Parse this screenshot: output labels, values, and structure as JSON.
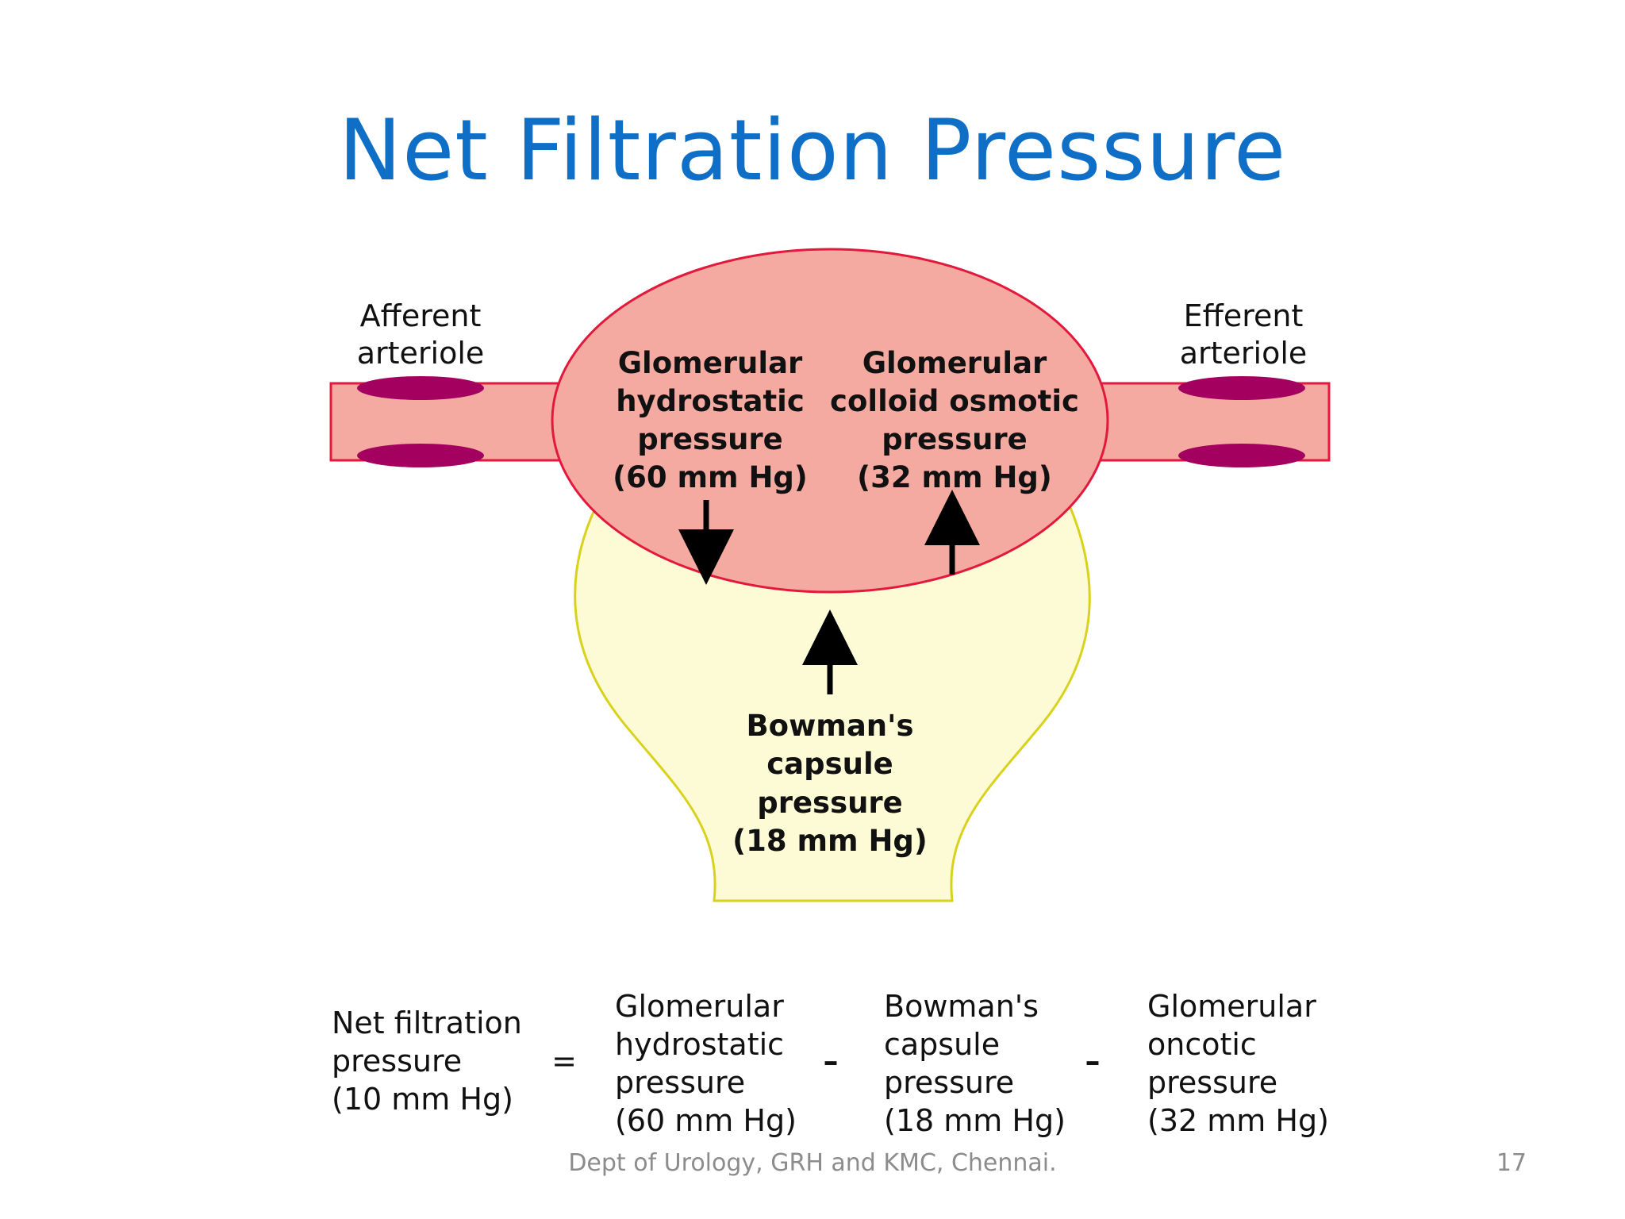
{
  "slide": {
    "title": "Net Filtration Pressure",
    "footer": "Dept of Urology, GRH and KMC, Chennai.",
    "page_number": "17"
  },
  "diagram": {
    "afferent": [
      "Afferent",
      "arteriole"
    ],
    "efferent": [
      "Efferent",
      "arteriole"
    ],
    "glomerular_hydrostatic": [
      "Glomerular",
      "hydrostatic",
      "pressure",
      "(60 mm Hg)"
    ],
    "glomerular_colloid": [
      "Glomerular",
      "colloid osmotic",
      "pressure",
      "(32 mm Hg)"
    ],
    "bowmans": [
      "Bowman's",
      "capsule",
      "pressure",
      "(18 mm Hg)"
    ]
  },
  "equation": {
    "net": [
      "Net filtration",
      "pressure",
      "(10 mm Hg)"
    ],
    "equals": "=",
    "term1": [
      "Glomerular",
      "hydrostatic",
      "pressure",
      "(60 mm Hg)"
    ],
    "minus1": "–",
    "term2": [
      "Bowman's",
      "capsule",
      "pressure",
      "(18 mm Hg)"
    ],
    "minus2": "–",
    "term3": [
      "Glomerular",
      "oncotic",
      "pressure",
      "(32 mm Hg)"
    ]
  },
  "colors": {
    "title": "#0f6fc6",
    "glomerulus_fill": "#f4aaa0",
    "glomerulus_stroke": "#e2183c",
    "capsule_fill": "#fdfbd6",
    "capsule_stroke": "#d8d21c",
    "muscle_band": "#a3005f"
  }
}
